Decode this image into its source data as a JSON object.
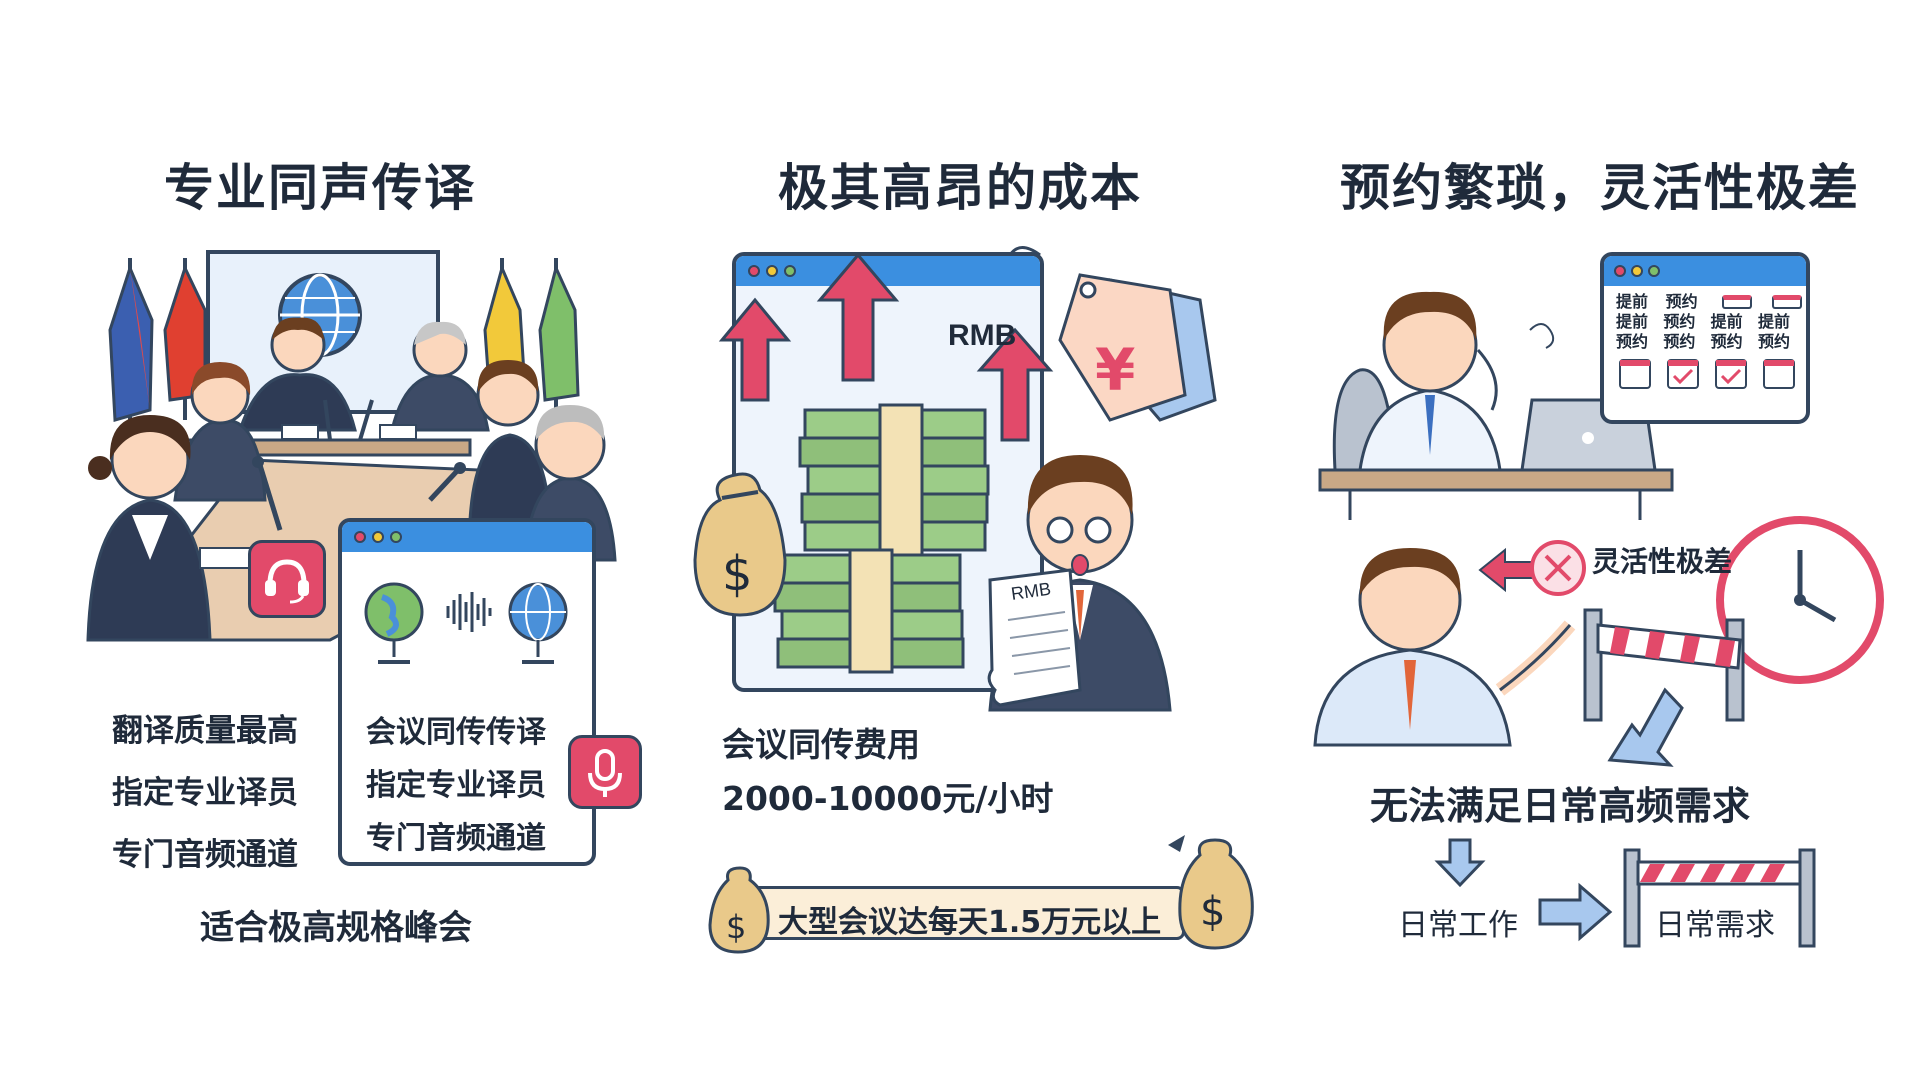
{
  "panel1": {
    "title": "专业同声传译",
    "features": [
      "翻译质量最高",
      "指定专业译员",
      "专门音频通道"
    ],
    "window_lines": [
      "会议同传传译",
      "指定专业译员",
      "专门音频通道"
    ],
    "footer": "适合极高规格峰会",
    "icons": [
      "globe-icon",
      "headset-icon",
      "microphone-icon",
      "flag-icon"
    ]
  },
  "panel2": {
    "title": "极其高昂的成本",
    "currency_label": "RMB",
    "price_tag_symbol": "¥",
    "receipt_label": "RMB",
    "cost_label": "会议同传费用",
    "cost_range": "2000-10000元/小时",
    "banner": "大型会议达每天1.5万元以上",
    "money_symbol": "$",
    "icons": [
      "up-arrow-icon",
      "money-bag-icon",
      "price-tag-icon",
      "cash-stack-icon"
    ]
  },
  "panel3": {
    "title": "预约繁琐，灵活性极差",
    "calendar_rows": [
      [
        "提前",
        "预约",
        "",
        ""
      ],
      [
        "提前",
        "预约",
        "提前",
        "提前"
      ],
      [
        "预约",
        "预约",
        "预约",
        "预约"
      ]
    ],
    "flex_label": "灵活性极差",
    "conclusion": "无法满足日常高频需求",
    "daily_work": "日常工作",
    "daily_need": "日常需求",
    "icons": [
      "calendar-icon",
      "close-icon",
      "clock-icon",
      "barrier-icon",
      "laptop-icon"
    ]
  },
  "colors": {
    "accent_blue": "#3b8fe0",
    "accent_red": "#e24a6a",
    "money_green": "#8fbf7a",
    "outline": "#33465e"
  }
}
